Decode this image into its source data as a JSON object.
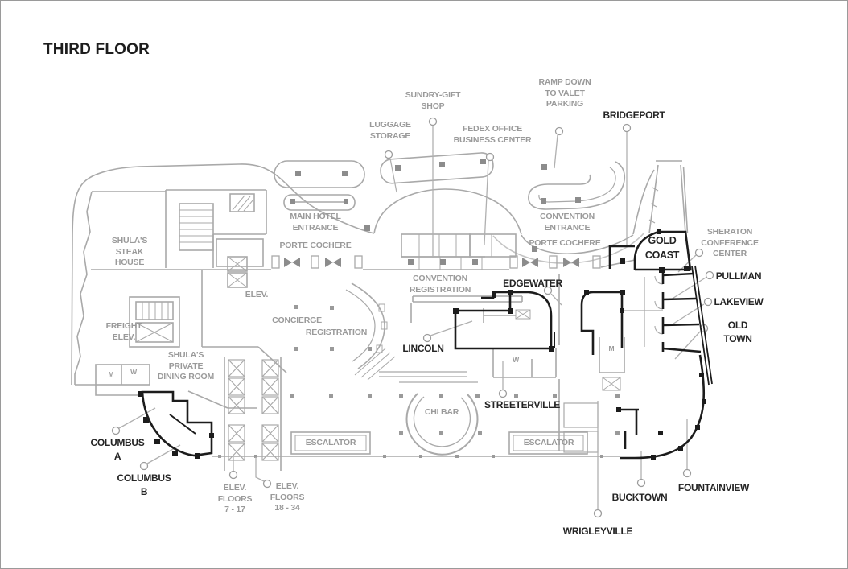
{
  "title": "THIRD FLOOR",
  "colors": {
    "background": "#ffffff",
    "plan_line_gray": "#a9a9a9",
    "label_gray": "#9a9a9a",
    "room_line_black": "#1c1c1c",
    "label_black": "#242424"
  },
  "facility_labels": {
    "sundry_gift_shop": [
      "SUNDRY-GIFT",
      "SHOP"
    ],
    "luggage_storage": [
      "LUGGAGE",
      "STORAGE"
    ],
    "fedex_office": [
      "FEDEX OFFICE",
      "BUSINESS CENTER"
    ],
    "ramp_valet": [
      "RAMP DOWN",
      "TO VALET",
      "PARKING"
    ],
    "main_hotel_entrance": [
      "MAIN HOTEL",
      "ENTRANCE"
    ],
    "porte_cochere_left": [
      "PORTE COCHERE"
    ],
    "convention_entrance": [
      "CONVENTION",
      "ENTRANCE"
    ],
    "porte_cochere_right": [
      "PORTE COCHERE"
    ],
    "convention_registration": [
      "CONVENTION",
      "REGISTRATION"
    ],
    "sheraton_conference_center": [
      "SHERATON",
      "CONFERENCE",
      "CENTER"
    ],
    "shulas_steak_house": [
      "SHULA'S",
      "STEAK",
      "HOUSE"
    ],
    "freight_elev": [
      "FREIGHT",
      "ELEV."
    ],
    "elev": [
      "ELEV."
    ],
    "concierge": [
      "CONCIERGE"
    ],
    "registration": [
      "REGISTRATION"
    ],
    "shulas_private_dining": [
      "SHULA'S",
      "PRIVATE",
      "DINING ROOM"
    ],
    "chi_bar": [
      "CHI BAR"
    ],
    "escalator_left": [
      "ESCALATOR"
    ],
    "escalator_right": [
      "ESCALATOR"
    ],
    "elev_floors_7_17": [
      "ELEV.",
      "FLOORS",
      "7 - 17"
    ],
    "elev_floors_18_34": [
      "ELEV.",
      "FLOORS",
      "18 - 34"
    ],
    "restroom_m": "M",
    "restroom_w": "W"
  },
  "room_labels": {
    "bridgeport": [
      "BRIDGEPORT"
    ],
    "gold_coast": [
      "GOLD",
      "COAST"
    ],
    "pullman": [
      "PULLMAN"
    ],
    "lakeview": [
      "LAKEVIEW"
    ],
    "old_town": [
      "OLD",
      "TOWN"
    ],
    "edgewater": [
      "EDGEWATER"
    ],
    "lincoln": [
      "LINCOLN"
    ],
    "streeterville": [
      "STREETERVILLE"
    ],
    "columbus_a": [
      "COLUMBUS",
      "A"
    ],
    "columbus_b": [
      "COLUMBUS",
      "B"
    ],
    "bucktown": [
      "BUCKTOWN"
    ],
    "fountainview": [
      "FOUNTAINVIEW"
    ],
    "wrigleyville": [
      "WRIGLEYVILLE"
    ]
  }
}
